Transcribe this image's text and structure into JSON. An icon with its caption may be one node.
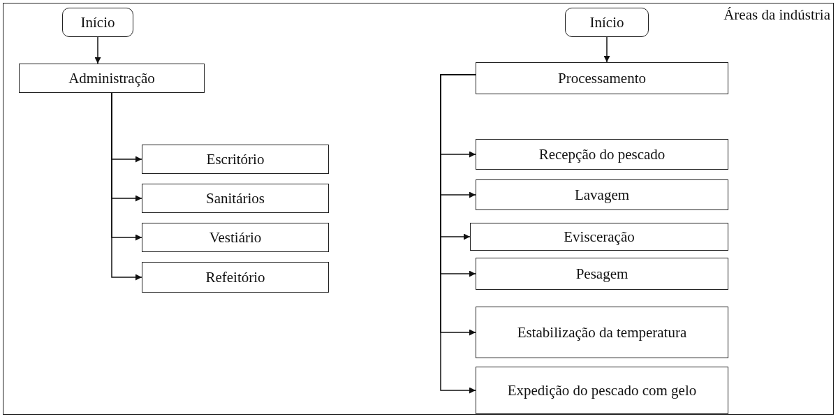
{
  "diagram": {
    "nodes": [
      {
        "text": [
          "Áreas da indústria"
        ]
      },
      {
        "text": [
          "Início"
        ],
        "in": 0
      },
      {
        "text": [
          "Administração"
        ],
        "in": 0
      },
      {
        "text": [
          "Escritório"
        ],
        "in": 0
      },
      {
        "text": [
          "Sanitários"
        ],
        "in": 0
      },
      {
        "text": [
          "Vestiário"
        ],
        "in": 0
      },
      {
        "text": [
          "Refeitório"
        ],
        "in": 0
      },
      {
        "text": [
          "Início"
        ],
        "in": 0
      },
      {
        "text": [
          "Processamento"
        ],
        "in": 0
      },
      {
        "text": [
          "Recepção do pescado"
        ],
        "in": 0
      },
      {
        "text": [
          "Lavagem"
        ],
        "in": 0
      },
      {
        "text": [
          "Evisceração"
        ],
        "in": 0
      },
      {
        "text": [
          "Pesagem"
        ],
        "in": 0
      },
      {
        "text": [
          "Estabilização da temperatura"
        ],
        "in": 0
      },
      {
        "text": [
          "Expedição do pescado com gelo"
        ],
        "in": 0
      }
    ],
    "edges": [
      {
        "from": 1,
        "to": 2,
        "arrow": "to"
      },
      {
        "from": 2,
        "to": 3,
        "arrow": "to"
      },
      {
        "from": 2,
        "to": 4,
        "arrow": "to"
      },
      {
        "from": 2,
        "to": 5,
        "arrow": "to"
      },
      {
        "from": 2,
        "to": 6,
        "arrow": "to"
      },
      {
        "from": 7,
        "to": 8,
        "arrow": "to"
      },
      {
        "from": 8,
        "to": 9,
        "arrow": "to"
      },
      {
        "from": 8,
        "to": 10,
        "arrow": "to"
      },
      {
        "from": 8,
        "to": 11,
        "arrow": "to"
      },
      {
        "from": 8,
        "to": 12,
        "arrow": "to"
      },
      {
        "from": 8,
        "to": 13,
        "arrow": "to"
      },
      {
        "from": 8,
        "to": 14,
        "arrow": "to"
      }
    ]
  }
}
